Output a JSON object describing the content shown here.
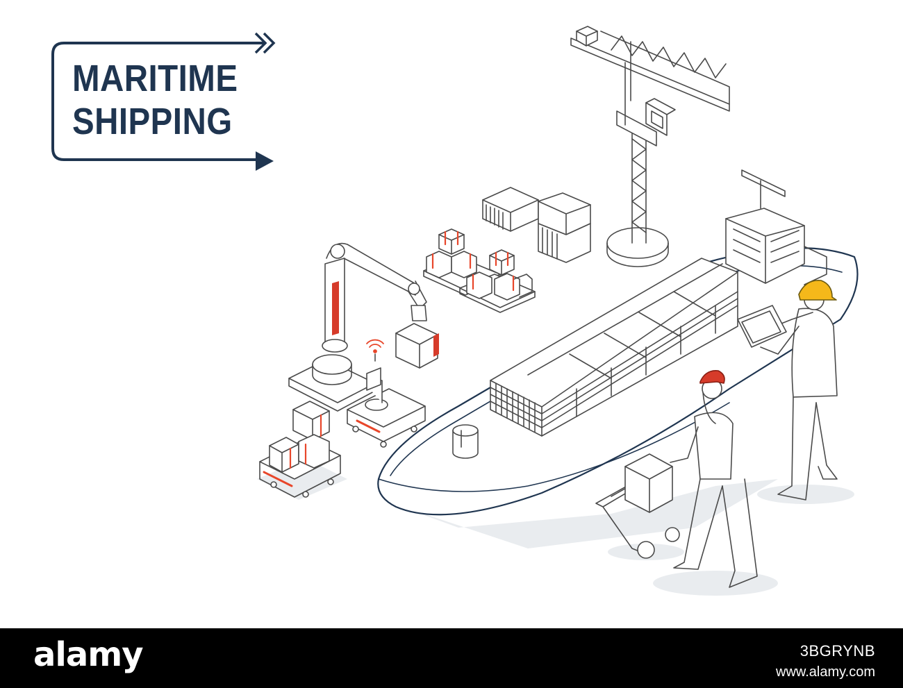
{
  "title": {
    "line1": "MARITIME",
    "line2": "SHIPPING"
  },
  "colors": {
    "navy": "#1f3550",
    "accent_orange": "#e8462a",
    "hardhat_yellow": "#f5b81a",
    "cap_red": "#d63b2a",
    "line_gray": "#4a4a4a",
    "shadow_gray": "#e9ecef"
  },
  "illustration": {
    "elements": [
      "tower-crane",
      "container-ship",
      "shipping-containers",
      "cargo-pallets",
      "robotic-arm",
      "agv-cart-with-boxes",
      "agv-cart-with-beacon",
      "worker-with-tablet",
      "worker-with-hand-truck"
    ]
  },
  "footer": {
    "brand": "alamy",
    "image_code": "3BGRYNB",
    "url": "www.alamy.com"
  }
}
